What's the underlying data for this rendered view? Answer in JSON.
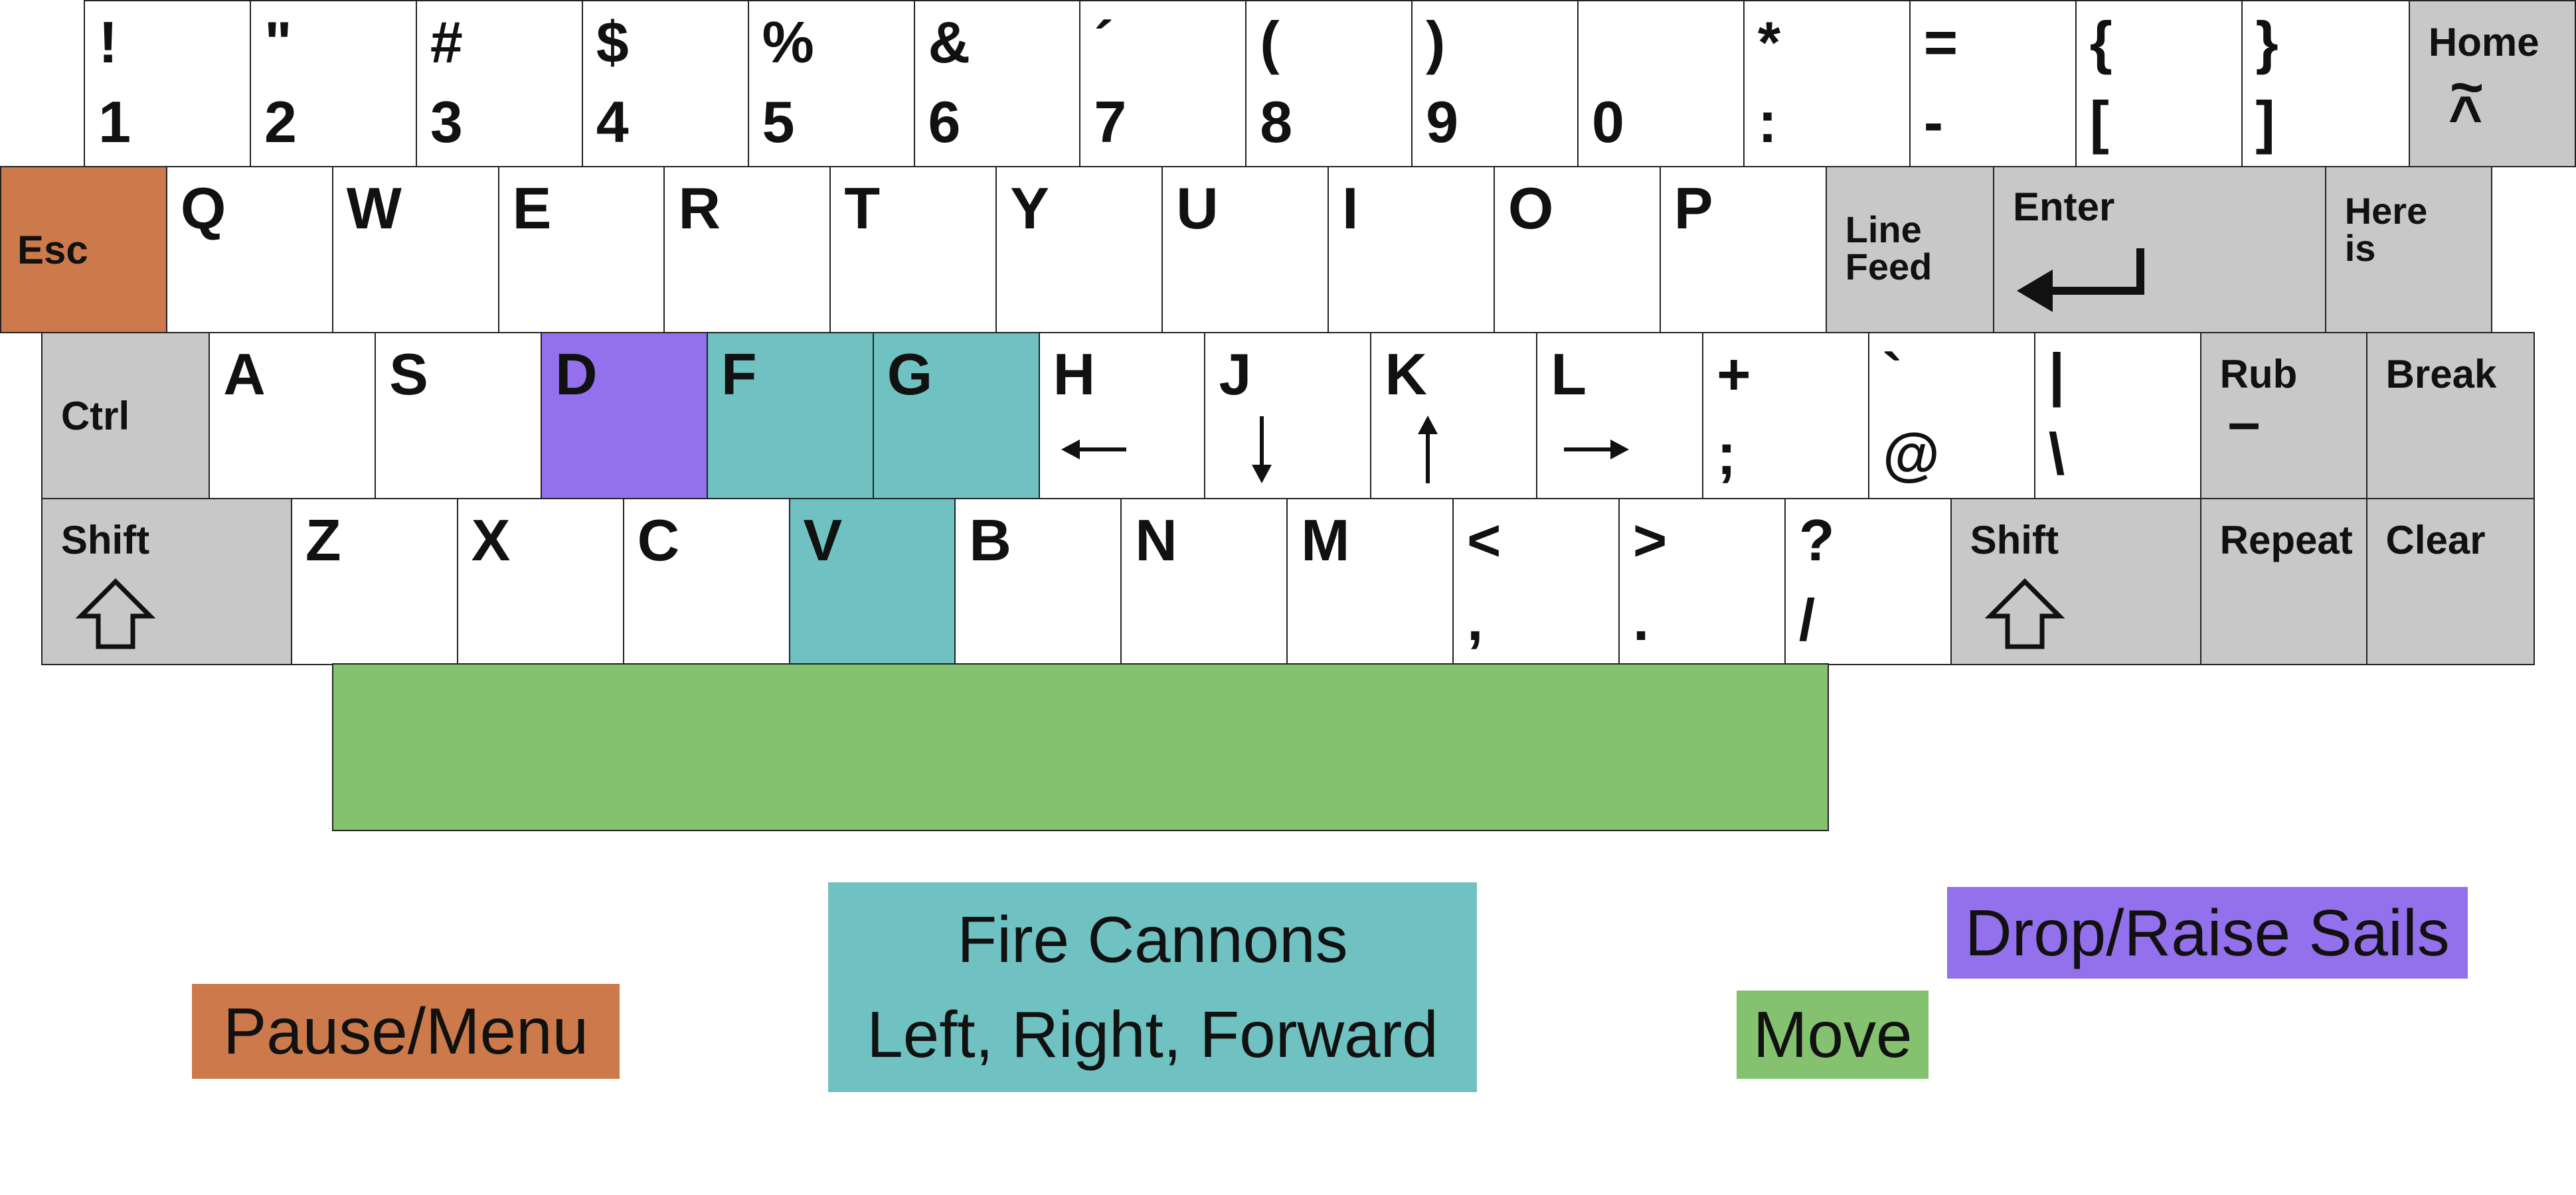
{
  "colors": {
    "pause": "#cc7a4b",
    "fire": "#6fc2c1",
    "sails": "#9370ec",
    "move": "#84c270",
    "modifier_key": "#c8c8c8",
    "normal_key": "#ffffff"
  },
  "rows": [
    {
      "keys": [
        {
          "id": "key-1",
          "top": "!",
          "bottom": "1",
          "style": "white"
        },
        {
          "id": "key-2",
          "top": "\"",
          "bottom": "2",
          "style": "white"
        },
        {
          "id": "key-3",
          "top": "#",
          "bottom": "3",
          "style": "white"
        },
        {
          "id": "key-4",
          "top": "$",
          "bottom": "4",
          "style": "white"
        },
        {
          "id": "key-5",
          "top": "%",
          "bottom": "5",
          "style": "white"
        },
        {
          "id": "key-6",
          "top": "&",
          "bottom": "6",
          "style": "white"
        },
        {
          "id": "key-7",
          "top": "´",
          "bottom": "7",
          "style": "white"
        },
        {
          "id": "key-8",
          "top": "(",
          "bottom": "8",
          "style": "white"
        },
        {
          "id": "key-9",
          "top": ")",
          "bottom": "9",
          "style": "white"
        },
        {
          "id": "key-0",
          "top": "",
          "bottom": "0",
          "style": "white"
        },
        {
          "id": "key-colon",
          "top": "*",
          "bottom": ":",
          "style": "white"
        },
        {
          "id": "key-minus",
          "top": "=",
          "bottom": "-",
          "style": "white"
        },
        {
          "id": "key-lbracket",
          "top": "{",
          "bottom": "[",
          "style": "white"
        },
        {
          "id": "key-rbracket",
          "top": "}",
          "bottom": "]",
          "style": "white"
        },
        {
          "id": "key-home",
          "label": "Home",
          "sub": "~",
          "sub2": "^",
          "style": "grey"
        }
      ]
    },
    {
      "keys": [
        {
          "id": "key-esc",
          "label": "Esc",
          "style": "pause"
        },
        {
          "id": "key-q",
          "top": "Q",
          "style": "white"
        },
        {
          "id": "key-w",
          "top": "W",
          "style": "white"
        },
        {
          "id": "key-e",
          "top": "E",
          "style": "white"
        },
        {
          "id": "key-r",
          "top": "R",
          "style": "white"
        },
        {
          "id": "key-t",
          "top": "T",
          "style": "white"
        },
        {
          "id": "key-y",
          "top": "Y",
          "style": "white"
        },
        {
          "id": "key-u",
          "top": "U",
          "style": "white"
        },
        {
          "id": "key-i",
          "top": "I",
          "style": "white"
        },
        {
          "id": "key-o",
          "top": "O",
          "style": "white"
        },
        {
          "id": "key-p",
          "top": "P",
          "style": "white"
        },
        {
          "id": "key-linefeed",
          "label": "Line Feed",
          "style": "grey"
        },
        {
          "id": "key-enter",
          "label": "Enter",
          "icon": "enter-arrow",
          "style": "grey"
        },
        {
          "id": "key-hereis",
          "label": "Here is",
          "style": "grey"
        }
      ]
    },
    {
      "keys": [
        {
          "id": "key-ctrl",
          "label": "Ctrl",
          "style": "grey"
        },
        {
          "id": "key-a",
          "top": "A",
          "style": "white"
        },
        {
          "id": "key-s",
          "top": "S",
          "style": "white"
        },
        {
          "id": "key-d",
          "top": "D",
          "style": "sails"
        },
        {
          "id": "key-f",
          "top": "F",
          "style": "fire"
        },
        {
          "id": "key-g",
          "top": "G",
          "style": "fire"
        },
        {
          "id": "key-h",
          "top": "H",
          "arrow": "left",
          "style": "white"
        },
        {
          "id": "key-j",
          "top": "J",
          "arrow": "down",
          "style": "white"
        },
        {
          "id": "key-k",
          "top": "K",
          "arrow": "up",
          "style": "white"
        },
        {
          "id": "key-l",
          "top": "L",
          "arrow": "right",
          "style": "white"
        },
        {
          "id": "key-semicolon",
          "top": "+",
          "bottom": ";",
          "style": "white"
        },
        {
          "id": "key-at",
          "top": "`",
          "bottom": "@",
          "style": "white"
        },
        {
          "id": "key-backslash",
          "top": "|",
          "bottom": "\\",
          "style": "white"
        },
        {
          "id": "key-rub",
          "label": "Rub",
          "sub": "–",
          "style": "grey"
        },
        {
          "id": "key-break",
          "label": "Break",
          "style": "grey"
        }
      ]
    },
    {
      "keys": [
        {
          "id": "key-lshift",
          "label": "Shift",
          "icon": "shift-arrow",
          "style": "grey"
        },
        {
          "id": "key-z",
          "top": "Z",
          "style": "white"
        },
        {
          "id": "key-x",
          "top": "X",
          "style": "white"
        },
        {
          "id": "key-c",
          "top": "C",
          "style": "white"
        },
        {
          "id": "key-v",
          "top": "V",
          "style": "fire"
        },
        {
          "id": "key-b",
          "top": "B",
          "style": "white"
        },
        {
          "id": "key-n",
          "top": "N",
          "style": "white"
        },
        {
          "id": "key-m",
          "top": "M",
          "style": "white"
        },
        {
          "id": "key-comma",
          "top": "<",
          "bottom": ",",
          "style": "white"
        },
        {
          "id": "key-period",
          "top": ">",
          "bottom": ".",
          "style": "white"
        },
        {
          "id": "key-slash",
          "top": "?",
          "bottom": "/",
          "style": "white"
        },
        {
          "id": "key-rshift",
          "label": "Shift",
          "icon": "shift-arrow",
          "style": "grey"
        },
        {
          "id": "key-repeat",
          "label": "Repeat",
          "style": "grey"
        },
        {
          "id": "key-clear",
          "label": "Clear",
          "style": "grey"
        }
      ]
    },
    {
      "keys": [
        {
          "id": "key-space",
          "label": "",
          "style": "move"
        }
      ]
    }
  ],
  "legend": [
    {
      "id": "legend-pause",
      "text": "Pause/Menu",
      "style": "pause"
    },
    {
      "id": "legend-fire",
      "lines": [
        "Fire Cannons",
        "Left, Right, Forward"
      ],
      "style": "fire"
    },
    {
      "id": "legend-move",
      "text": "Move",
      "style": "move"
    },
    {
      "id": "legend-sails",
      "text": "Drop/Raise Sails",
      "style": "sails"
    }
  ]
}
